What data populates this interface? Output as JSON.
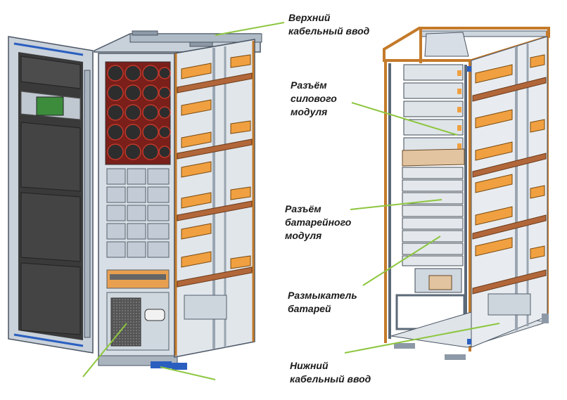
{
  "labels": {
    "top_cable_entry": [
      "Верхний",
      "кабельный ввод"
    ],
    "power_module_connector": [
      "Разъём",
      "силового",
      "модуля"
    ],
    "battery_module_connector": [
      "Разъём",
      "батарейного",
      "модуля"
    ],
    "battery_breaker": [
      "Размыкатель",
      "батарей"
    ],
    "bottom_cable_entry": [
      "Нижний",
      "кабельный ввод"
    ]
  },
  "colors": {
    "leader_line": "#8dc63f",
    "cabinet_panel": "#b9c3cf",
    "orange_part": "#f0a040",
    "fan_red": "#c0392b",
    "frame_edge": "#4a5563",
    "door_blue": "#2a5fc0"
  }
}
